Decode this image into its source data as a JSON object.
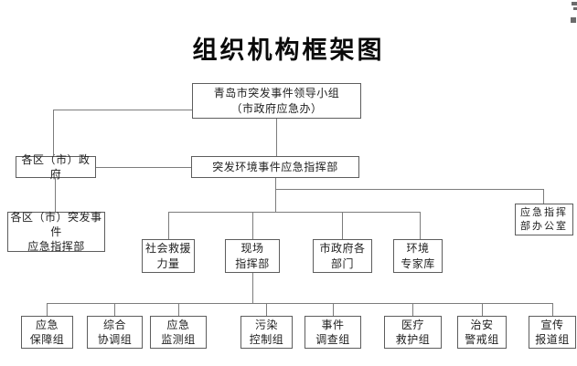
{
  "title": "组织机构框架图",
  "diagram": {
    "boxes": {
      "leading_group": "青岛市突发事件领导小组\n（市政府应急办）",
      "district_gov": "各区（市）政府",
      "env_command": "突发环境事件应急指挥部",
      "district_command": "各区（市）突发事件\n应急指挥部",
      "command_office": "应急指挥\n部办公室",
      "social_rescue": "社会救援\n力量",
      "site_command": "现场\n指挥部",
      "city_departments": "市政府各\n部门",
      "expert_pool": "环境\n专家库",
      "group_support": "应急\n保障组",
      "group_coordination": "综合\n协调组",
      "group_monitoring": "应急\n监测组",
      "group_pollution": "污染\n控制组",
      "group_investigation": "事件\n调查组",
      "group_medical": "医疗\n救护组",
      "group_security": "治安\n警戒组",
      "group_publicity": "宣传\n报道组"
    },
    "edges": [
      {
        "from": "leading_group",
        "to": "district_gov"
      },
      {
        "from": "leading_group",
        "to": "env_command"
      },
      {
        "from": "district_gov",
        "to": "env_command"
      },
      {
        "from": "district_gov",
        "to": "district_command"
      },
      {
        "from": "env_command",
        "to": "command_office"
      },
      {
        "from": "env_command",
        "to": "social_rescue"
      },
      {
        "from": "env_command",
        "to": "site_command"
      },
      {
        "from": "env_command",
        "to": "city_departments"
      },
      {
        "from": "env_command",
        "to": "expert_pool"
      },
      {
        "from": "site_command",
        "to": "group_support"
      },
      {
        "from": "site_command",
        "to": "group_coordination"
      },
      {
        "from": "site_command",
        "to": "group_monitoring"
      },
      {
        "from": "site_command",
        "to": "group_pollution"
      },
      {
        "from": "site_command",
        "to": "group_investigation"
      },
      {
        "from": "site_command",
        "to": "group_medical"
      },
      {
        "from": "site_command",
        "to": "group_security"
      },
      {
        "from": "site_command",
        "to": "group_publicity"
      }
    ],
    "colors": {
      "background": "#ffffff",
      "box_border": "#5d5d5d",
      "connector": "#7c7c7c",
      "text": "#1e1e1e"
    }
  }
}
